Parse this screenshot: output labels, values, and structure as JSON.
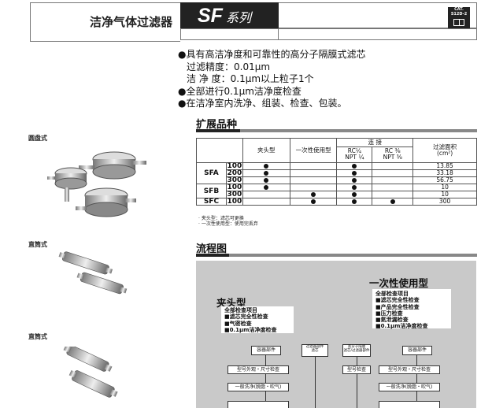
{
  "header": {
    "left_title": "洁净气体过滤器",
    "series_code": "SF",
    "series_suffix": "系列",
    "cat_label": "CAT.",
    "cat_code": "S12D-2"
  },
  "features": [
    {
      "bullet": true,
      "text": "具有高洁净度和可靠性的高分子隔膜式滤芯"
    },
    {
      "bullet": false,
      "text": "过滤精度：0.01μm"
    },
    {
      "bullet": false,
      "text": "洁 净 度：0.1μm以上粒子1个"
    },
    {
      "bullet": true,
      "text": "全部进行0.1μm洁净度检查"
    },
    {
      "bullet": true,
      "text": "在洁净室内洗净、组装、检查、包装。"
    }
  ],
  "variants_section": {
    "title": "扩展品种",
    "table": {
      "headers": {
        "clip": "夹头型",
        "disposable": "一次性使用型",
        "connection": "连 接",
        "rc14": "RC¼",
        "npt14": "NPT ¼",
        "rc38": "RC ⅜",
        "npt38": "NPT ⅜",
        "area": "过滤面积",
        "area_unit": "(cm²)"
      },
      "rows": [
        {
          "group": "SFA",
          "size": "100",
          "clip": true,
          "disposable": false,
          "rc14": true,
          "rc38": false,
          "area": "13.85"
        },
        {
          "group": "",
          "size": "200",
          "clip": true,
          "disposable": false,
          "rc14": true,
          "rc38": false,
          "area": "33.18"
        },
        {
          "group": "",
          "size": "300",
          "clip": true,
          "disposable": false,
          "rc14": true,
          "rc38": false,
          "area": "56.75"
        },
        {
          "group": "SFB",
          "size": "100",
          "clip": true,
          "disposable": false,
          "rc14": true,
          "rc38": false,
          "area": "10"
        },
        {
          "group": "",
          "size": "300",
          "clip": false,
          "disposable": true,
          "rc14": true,
          "rc38": false,
          "area": "10"
        },
        {
          "group": "SFC",
          "size": "100",
          "clip": false,
          "disposable": true,
          "rc14": true,
          "rc38": true,
          "area": "300"
        }
      ]
    },
    "notes": [
      "· 夹头型：滤芯可更换",
      "· 一次性使用型：使用完丢弃"
    ]
  },
  "left_labels": {
    "disc": "圆盘式",
    "tube1": "直筒式",
    "tube2": "直筒式"
  },
  "flow_section": {
    "title": "流程图",
    "disposable_title": "一次性使用型",
    "disposable_items": [
      "全部检查项目",
      "■滤芯完全性检查",
      "■产品完全性检查",
      "■压力检查",
      "■氦泄漏检查",
      "■0.1μm洁净度检查"
    ],
    "clip_title": "夹头型",
    "clip_items": [
      "全部检查项目",
      "■滤芯完全性检查",
      "■气密检查",
      "■0.1μm洁净度检查"
    ],
    "nodes": {
      "parts_left": "容器部件",
      "parts_right": "容器部件",
      "membrane_left": "过滤器部件",
      "membrane_left_sub": "滤芯",
      "membrane_right": "高分子隔膜",
      "membrane_right_sub": "滤芯/过滤器部件",
      "size_check_left": "型号外观・尺寸检查",
      "model_check": "型号检查",
      "size_check_right": "型号外观・尺寸检查",
      "wash_left": "一般洗净(脱脂・吹气)",
      "wash_right": "一般洗净(脱脂・吹气)"
    }
  }
}
